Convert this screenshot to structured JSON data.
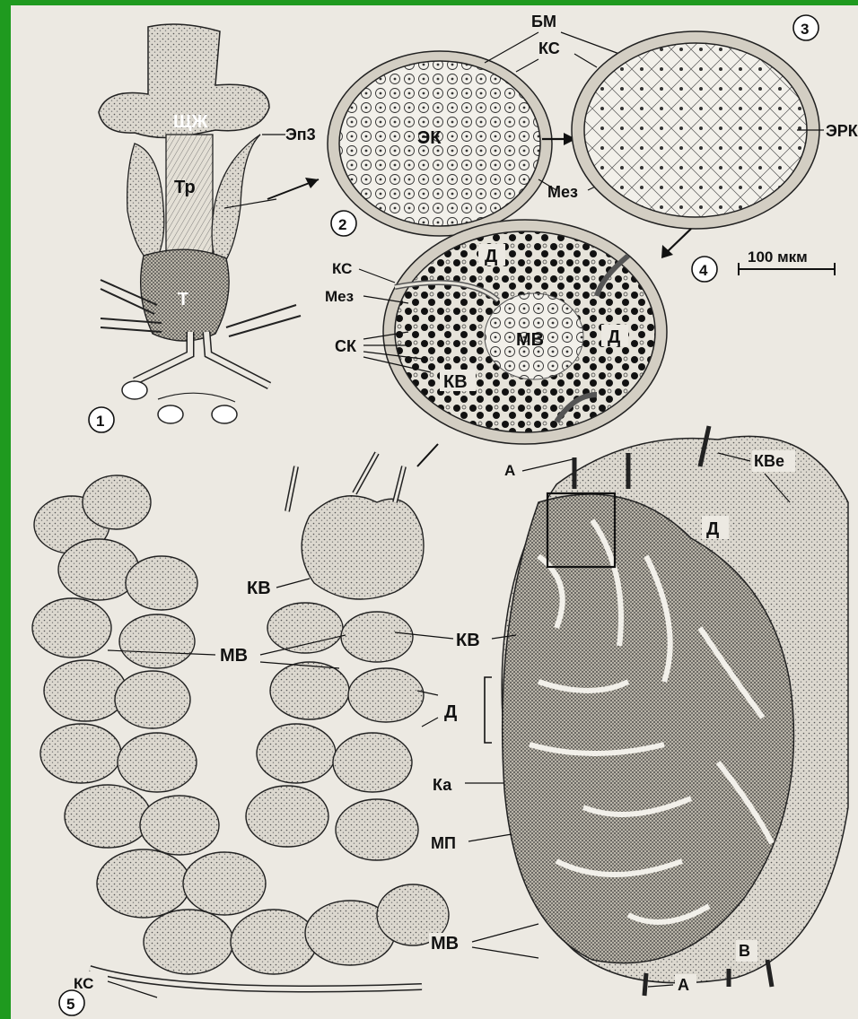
{
  "figure": {
    "panel_numbers": [
      "1",
      "2",
      "3",
      "4",
      "5"
    ],
    "scale_bar": "100 мкм"
  },
  "panel1": {
    "labels": {
      "thyroid": "ЩЖ",
      "trachea": "Тр",
      "epithelium": "Эп3",
      "thymus": "Т"
    }
  },
  "panel2": {
    "labels": {
      "cells": "ЭК",
      "basement": "БМ",
      "vessel": "КС",
      "mesenchyme": "Мез"
    }
  },
  "panel3": {
    "labels": {
      "reticulum": "ЭРК"
    }
  },
  "panel4": {
    "labels": {
      "vessel": "КС",
      "mesenchyme": "Мез",
      "lobule1": "Д",
      "lobule2": "Д",
      "medulla": "МВ",
      "small_cells": "СК",
      "cortex": "КВ"
    }
  },
  "panel5": {
    "labels": {
      "cortex1": "КВ",
      "medulla": "МВ",
      "cortex2": "КВ",
      "lobule": "Д",
      "vessel": "КС",
      "artery_top": "А",
      "venules": "КВе",
      "lobule_right": "Д",
      "capsule": "Ка",
      "septum": "МП",
      "medulla2": "МВ",
      "vein": "В",
      "artery_bottom": "А"
    }
  },
  "colors": {
    "frame": "#1f9a1f",
    "paper": "#ece9e2",
    "ink": "#111111"
  }
}
